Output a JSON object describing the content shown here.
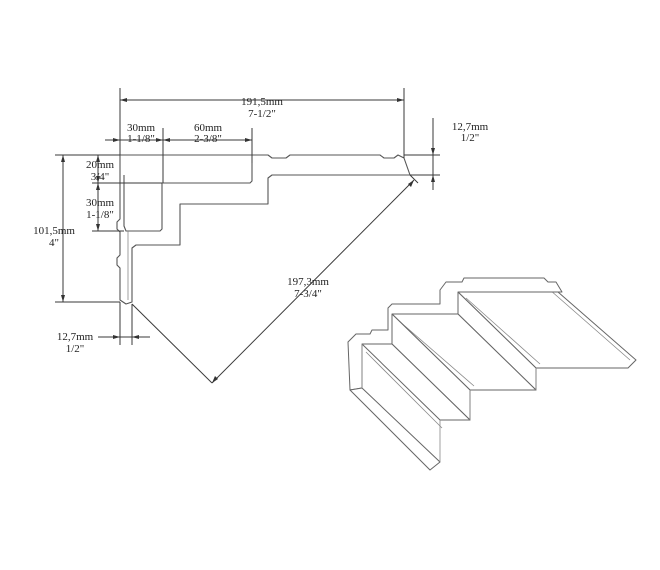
{
  "dimensions": {
    "overall_width": {
      "metric": "191,5mm",
      "imperial": "7-1/2\""
    },
    "flange_30": {
      "metric": "30mm",
      "imperial": "1-1/8\""
    },
    "step_60": {
      "metric": "60mm",
      "imperial": "2-3/8\""
    },
    "top_thickness": {
      "metric": "12,7mm",
      "imperial": "1/2\""
    },
    "step_20": {
      "metric": "20mm",
      "imperial": "3/4\""
    },
    "step_30": {
      "metric": "30mm",
      "imperial": "1-1/8\""
    },
    "overall_height": {
      "metric": "101,5mm",
      "imperial": "4\""
    },
    "bottom_thickness": {
      "metric": "12,7mm",
      "imperial": "1/2\""
    },
    "diagonal": {
      "metric": "197,3mm",
      "imperial": "7-3/4\""
    }
  }
}
